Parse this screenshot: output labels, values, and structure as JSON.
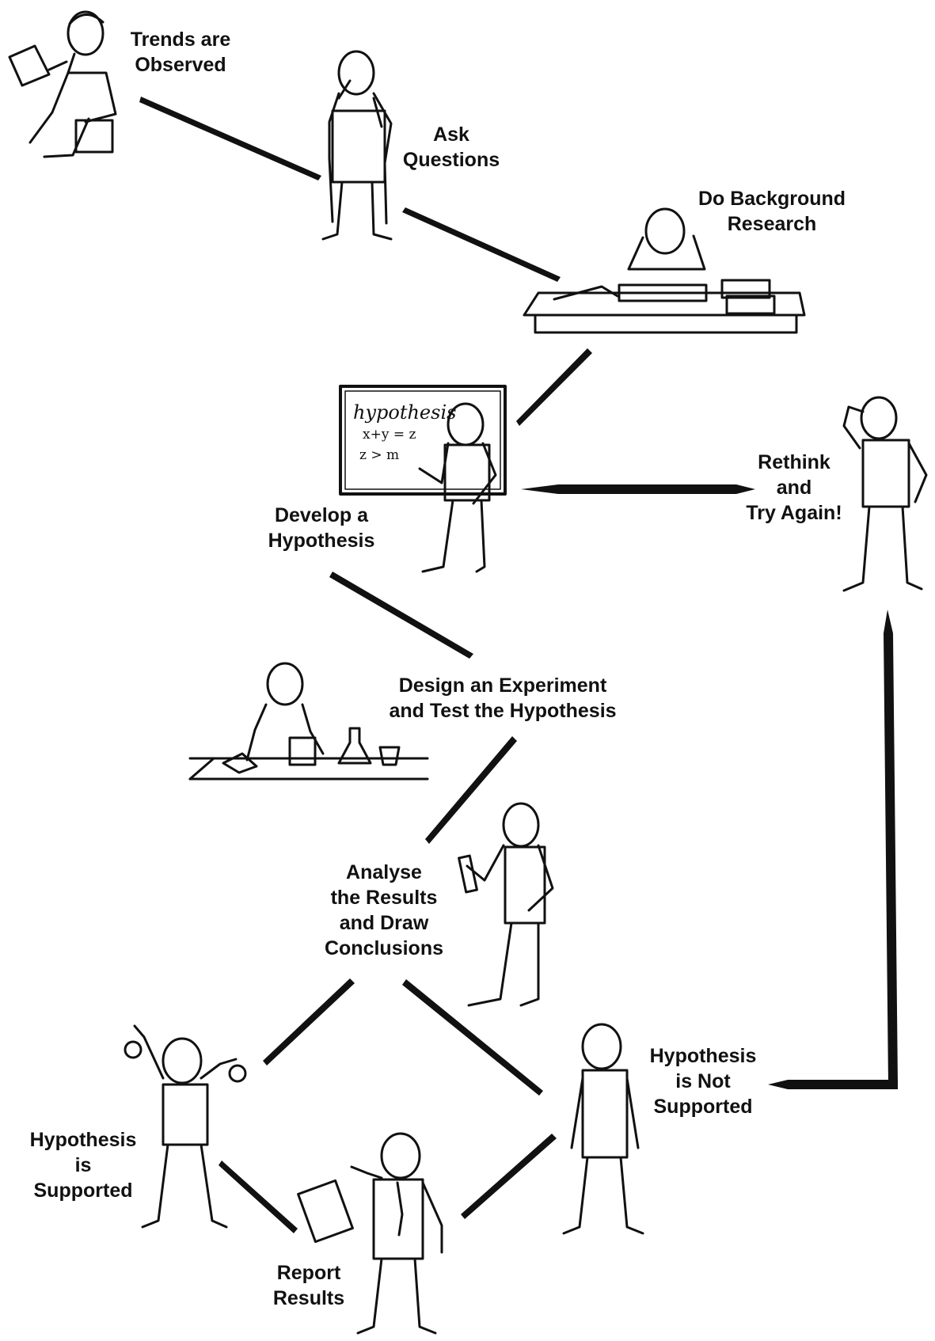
{
  "colors": {
    "ink": "#111111",
    "paper": "#ffffff"
  },
  "labels": {
    "trends": {
      "lines": [
        "Trends are",
        "Observed"
      ]
    },
    "ask": {
      "lines": [
        "Ask",
        "Questions"
      ]
    },
    "background": {
      "lines": [
        "Do Background",
        "Research"
      ]
    },
    "hypothesis": {
      "lines": [
        "Develop a",
        "Hypothesis"
      ]
    },
    "rethink": {
      "lines": [
        "Rethink",
        "and",
        "Try Again!"
      ]
    },
    "experiment": {
      "lines": [
        "Design an Experiment",
        "and Test the Hypothesis"
      ]
    },
    "analyse": {
      "lines": [
        "Analyse",
        "the Results",
        "and Draw",
        "Conclusions"
      ]
    },
    "supported": {
      "lines": [
        "Hypothesis",
        "is",
        "Supported"
      ]
    },
    "not_supported": {
      "lines": [
        "Hypothesis",
        "is Not",
        "Supported"
      ]
    },
    "report": {
      "lines": [
        "Report",
        "Results"
      ]
    }
  },
  "illustrations": {
    "chalkboard": {
      "lines": [
        "hypothesis",
        "x+y = z",
        "z > m"
      ]
    }
  }
}
